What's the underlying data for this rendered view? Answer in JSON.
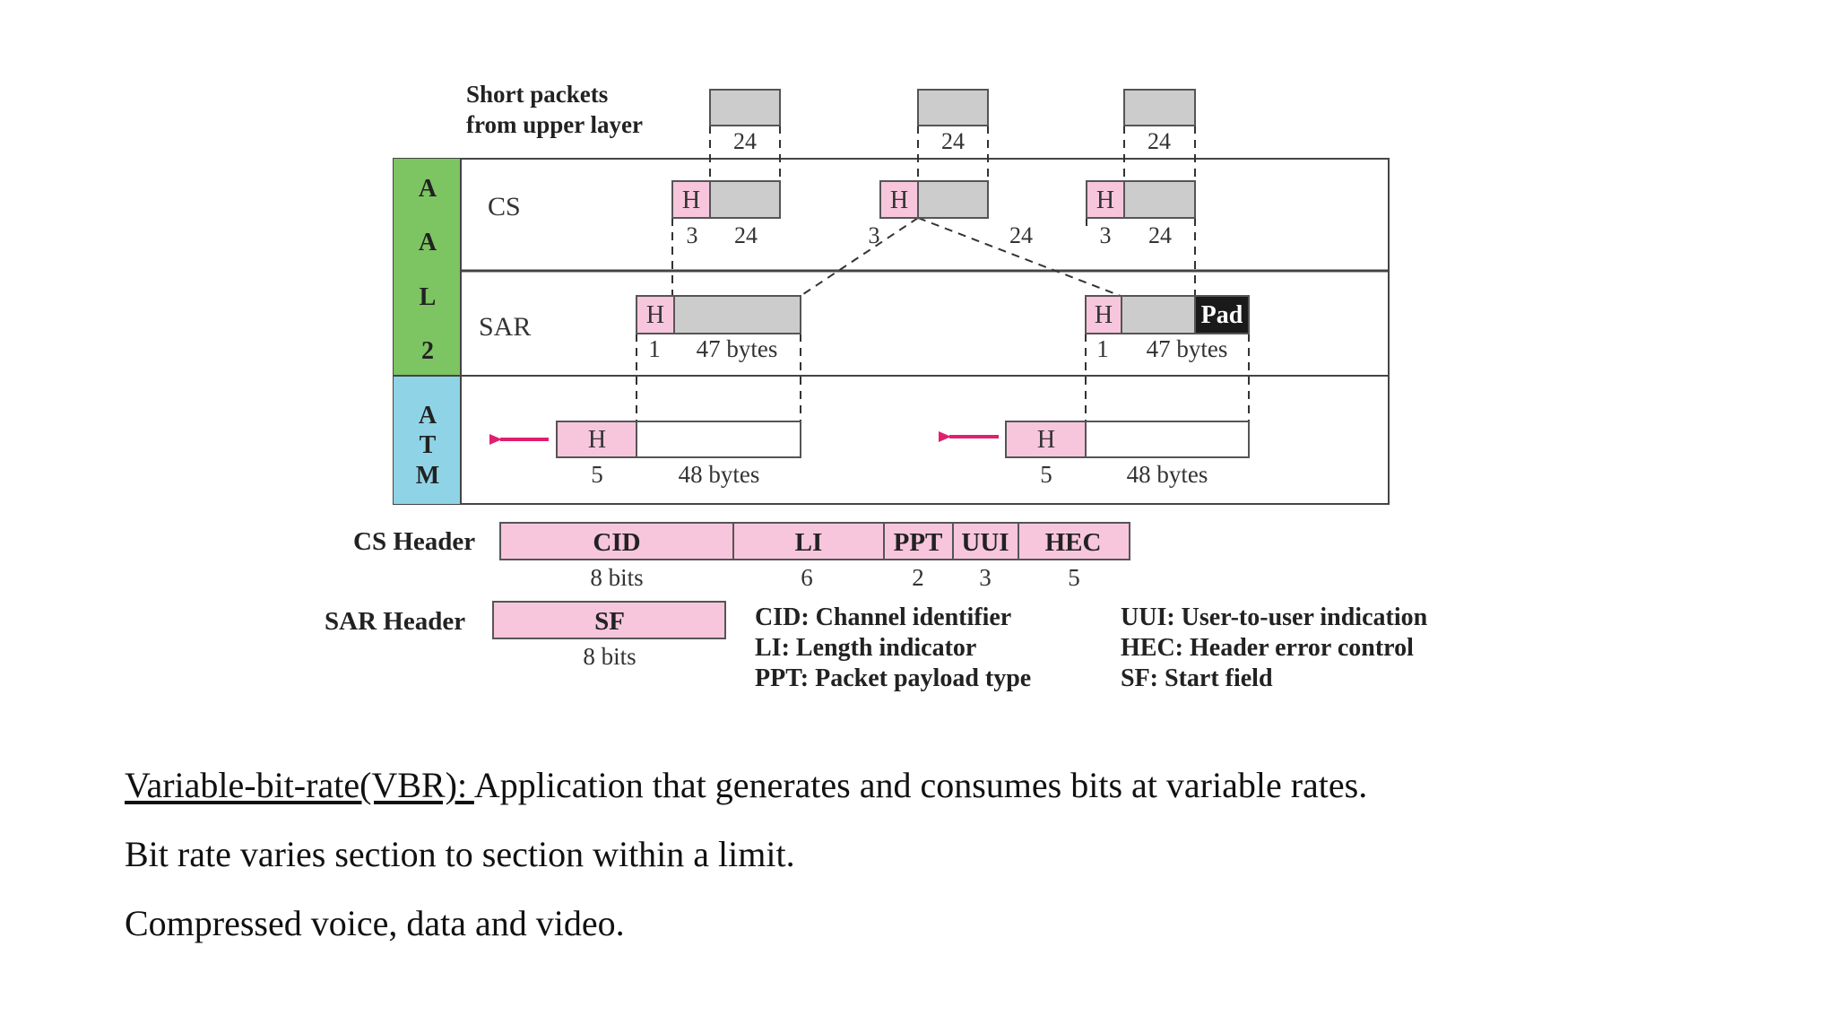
{
  "diagram": {
    "upper_layer_label": [
      "Short packets",
      "from upper layer"
    ],
    "side_labels": {
      "aal2": [
        "A",
        "A",
        "L",
        "2"
      ],
      "atm": [
        "A",
        "T",
        "M"
      ]
    },
    "rows": {
      "cs": "CS",
      "sar": "SAR"
    },
    "colors": {
      "aal2_green": "#7dc462",
      "atm_blue": "#8fd3e6",
      "header_pink": "#f7c6dc",
      "payload_gray": "#cccccc",
      "pad_black": "#1a1a1a",
      "arrow_magenta": "#e0206e"
    },
    "upper_packets": [
      {
        "size": "24"
      },
      {
        "size": "24"
      },
      {
        "size": "24"
      }
    ],
    "cs_packets": [
      {
        "h": "H",
        "h_size": "3",
        "payload_size": "24"
      },
      {
        "h": "H",
        "h_size": "3",
        "payload_size": "24"
      },
      {
        "h": "H",
        "h_size": "3",
        "payload_size": "24"
      }
    ],
    "sar_packets": [
      {
        "h": "H",
        "h_size": "1",
        "payload": "47 bytes"
      },
      {
        "h": "H",
        "h_size": "1",
        "payload": "47 bytes",
        "pad": "Pad"
      }
    ],
    "atm_cells": [
      {
        "h": "H",
        "h_size": "5",
        "payload": "48 bytes",
        "arrow": "left-arrow"
      },
      {
        "h": "H",
        "h_size": "5",
        "payload": "48 bytes",
        "arrow": "left-arrow"
      }
    ],
    "cs_header": {
      "label": "CS Header",
      "fields": [
        {
          "name": "CID",
          "bits": "8 bits"
        },
        {
          "name": "LI",
          "bits": "6"
        },
        {
          "name": "PPT",
          "bits": "2"
        },
        {
          "name": "UUI",
          "bits": "3"
        },
        {
          "name": "HEC",
          "bits": "5"
        }
      ]
    },
    "sar_header": {
      "label": "SAR Header",
      "field": {
        "name": "SF",
        "bits": "8 bits"
      }
    },
    "legend": {
      "left": [
        "CID: Channel identifier",
        "LI: Length indicator",
        "PPT: Packet payload type"
      ],
      "right": [
        "UUI: User-to-user indication",
        "HEC: Header error control",
        "SF: Start field"
      ]
    }
  },
  "text": {
    "vbr_term": "Variable-bit-rate(VBR): ",
    "vbr_def": "Application that generates and consumes bits at variable rates.",
    "line2": "Bit rate varies section to section within a limit.",
    "line3": "Compressed voice, data and video."
  }
}
